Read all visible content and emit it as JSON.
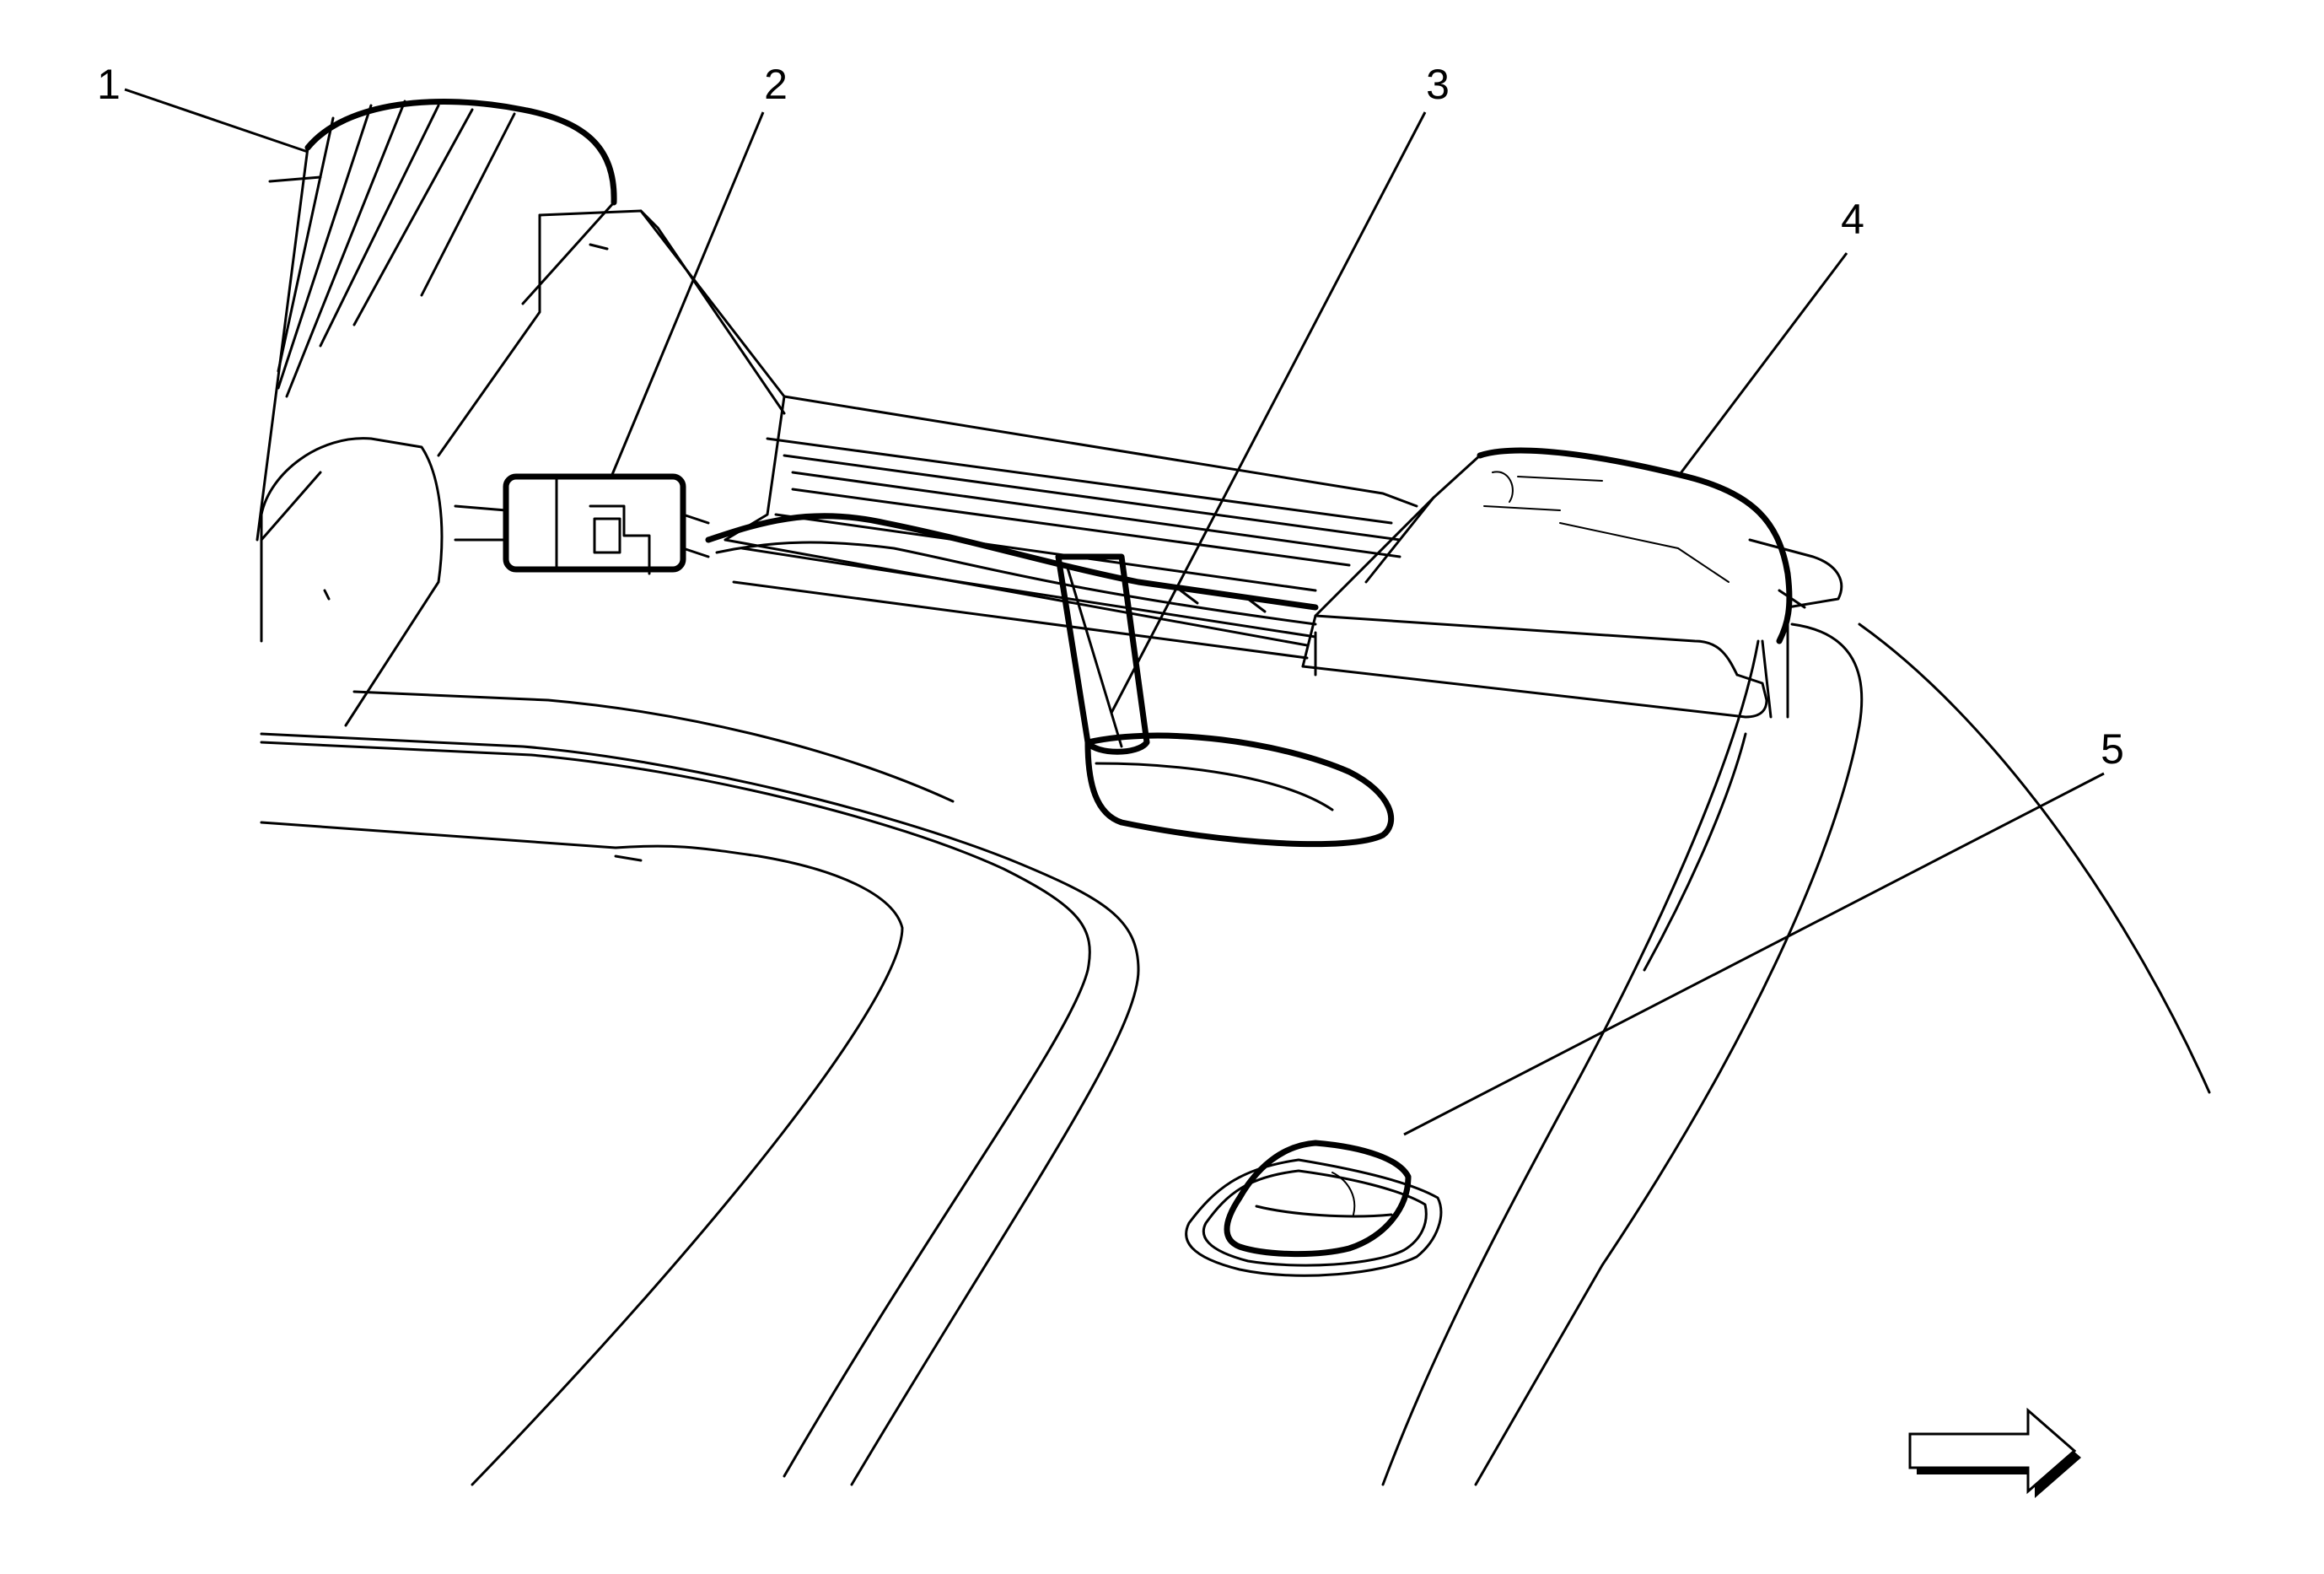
{
  "diagram": {
    "callouts": [
      {
        "id": "1",
        "label": "1"
      },
      {
        "id": "2",
        "label": "2"
      },
      {
        "id": "3",
        "label": "3"
      },
      {
        "id": "4",
        "label": "4"
      },
      {
        "id": "5",
        "label": "5"
      }
    ],
    "view_direction_icon": "right-arrow-icon",
    "line_color": "#000000",
    "background_color": "#ffffff"
  }
}
